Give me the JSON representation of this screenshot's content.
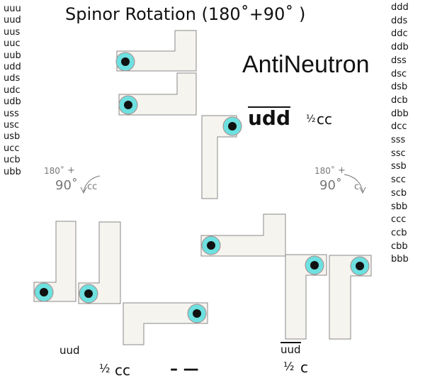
{
  "title": "Spinor Rotation (180˚+90˚  )",
  "particle": "AntiNeutron",
  "top_label": {
    "quarks": "udd",
    "fraction": "½",
    "direction": "cc"
  },
  "left_list": [
    "uuu",
    "uud",
    "uus",
    "uuc",
    "uub",
    "udd",
    "uds",
    "udc",
    "udb",
    "uss",
    "usc",
    "usb",
    "ucc",
    "ucb",
    "ubb"
  ],
  "right_list": [
    "ddd",
    "dds",
    "ddc",
    "ddb",
    "dss",
    "dsc",
    "dsb",
    "dcb",
    "dbb",
    "dcc",
    "sss",
    "ssc",
    "ssb",
    "scc",
    "scb",
    "sbb",
    "ccc",
    "ccb",
    "cbb",
    "bbb"
  ],
  "rot_left": {
    "a": "180˚",
    "plus": "+",
    "b": "90˚",
    "dir": "cc"
  },
  "rot_right": {
    "a": "180˚",
    "plus": "+",
    "b": "90˚",
    "dir": "c"
  },
  "bottom_left": {
    "quarks": "uud",
    "fraction": "½",
    "dir": "cc",
    "dash": "– —"
  },
  "bottom_right": {
    "quarks": "uud",
    "fraction": "½",
    "dir": "c"
  },
  "colors": {
    "block": "#f6f4ef",
    "outline": "#888",
    "ring": "#6ee0e0",
    "dot": "#111"
  }
}
